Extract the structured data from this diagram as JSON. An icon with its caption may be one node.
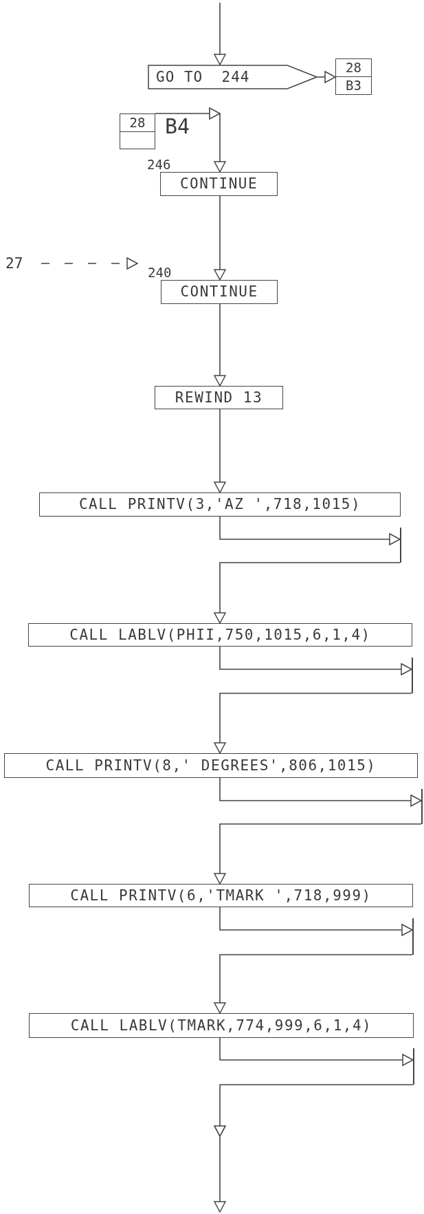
{
  "diagram": {
    "nodes": [
      {
        "text": [
          "GO TO  244"
        ]
      },
      {
        "text": [
          "28",
          "B3"
        ]
      },
      {
        "text": [
          "28"
        ],
        "beside": [
          "B4"
        ]
      },
      {
        "text": [
          "CONTINUE"
        ],
        "beside": [
          "246"
        ]
      },
      {
        "text": [
          "27"
        ]
      },
      {
        "text": [
          "CONTINUE"
        ],
        "beside": [
          "240"
        ]
      },
      {
        "text": [
          "REWIND 13"
        ]
      },
      {
        "text": [
          "CALL PRINTV(3,'AZ ',718,1015)"
        ]
      },
      {
        "text": [],
        "shape": "bar"
      },
      {
        "text": [
          "CALL LABLV(PHII,750,1015,6,1,4)"
        ]
      },
      {
        "text": [],
        "shape": "bar"
      },
      {
        "text": [
          "CALL PRINTV(8,' DEGREES',806,1015)"
        ]
      },
      {
        "text": [],
        "shape": "bar"
      },
      {
        "text": [
          "CALL PRINTV(6,'TMARK ',718,999)"
        ]
      },
      {
        "text": [],
        "shape": "bar"
      },
      {
        "text": [
          "CALL LABLV(TMARK,774,999,6,1,4)"
        ]
      },
      {
        "text": [],
        "shape": "bar"
      }
    ],
    "edges": [
      {
        "from": null,
        "to": 0,
        "arrow": "to"
      },
      {
        "from": 0,
        "to": 1,
        "arrow": "to"
      },
      {
        "from": 2,
        "to": 3,
        "arrow": "to"
      },
      {
        "from": 3,
        "to": 5,
        "arrow": "to"
      },
      {
        "from": 4,
        "to": 5,
        "arrow": "to",
        "style": "dashed"
      },
      {
        "from": 5,
        "to": 6,
        "arrow": "to"
      },
      {
        "from": 6,
        "to": 7,
        "arrow": "to"
      },
      {
        "from": 7,
        "to": 8,
        "arrow": "to"
      },
      {
        "from": 8,
        "to": 9,
        "arrow": "to"
      },
      {
        "from": 9,
        "to": 10,
        "arrow": "to"
      },
      {
        "from": 10,
        "to": 11,
        "arrow": "to"
      },
      {
        "from": 11,
        "to": 12,
        "arrow": "to"
      },
      {
        "from": 12,
        "to": 13,
        "arrow": "to"
      },
      {
        "from": 13,
        "to": 14,
        "arrow": "to"
      },
      {
        "from": 14,
        "to": 15,
        "arrow": "to"
      },
      {
        "from": 15,
        "to": 16,
        "arrow": "to"
      },
      {
        "from": 16,
        "to": null,
        "arrow": "to"
      }
    ]
  }
}
